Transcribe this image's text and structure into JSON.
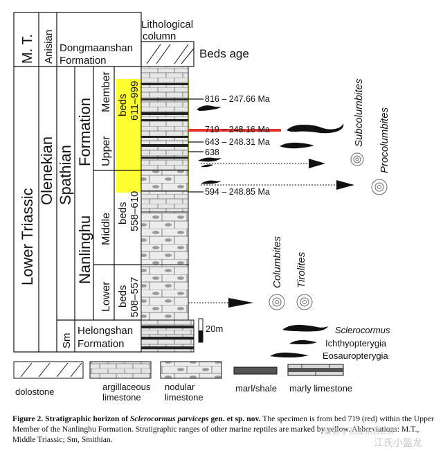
{
  "figure": {
    "header": {
      "mt": "M. T.",
      "anisian": "Anisian",
      "dongmaanshan": "Dongmaanshan",
      "formation": "Formation",
      "lith_column": "Lithological",
      "column": "column",
      "beds_age": "Beds  age"
    },
    "stages": {
      "lower_triassic": "Lower Triassic",
      "olenekian": "Olenekian",
      "spathian": "Spathian",
      "nanlinghu": "Nanlinghu",
      "formation": "Formation",
      "sm": "Sm",
      "helongshan": "Helongshan",
      "helongshan_formation": "Formation"
    },
    "members": {
      "upper": "Upper",
      "member": "Member",
      "middle": "Middle",
      "lower": "Lower"
    },
    "beds": {
      "upper_beds": "beds",
      "upper_range": "611–999",
      "middle_beds": "beds",
      "middle_range": "558–610",
      "lower_beds": "beds",
      "lower_range": "508–557"
    },
    "horizons": [
      {
        "label": "816 – 247.66 Ma"
      },
      {
        "label": "719 – 248.16 Ma"
      },
      {
        "label": "643 – 248.31 Ma"
      },
      {
        "label": "638"
      },
      {
        "label": "594 – 248.85 Ma"
      }
    ],
    "ammonoids": {
      "subcolumbites": "Subcolumbites",
      "procolumbites": "Procolumbites",
      "columbites": "Columbites",
      "tirolites": "Tirolites"
    },
    "scale_label": "20m",
    "key": {
      "sclerocormus": "Sclerocormus",
      "ichthyopterygia": "Ichthyopterygia",
      "eosauropterygia": "Eosauropterygia"
    },
    "legend": {
      "dolostone": "dolostone",
      "argillaceous": "argillaceous",
      "limestone": "limestone",
      "nodular": "nodular",
      "nodular_limestone": "limestone",
      "marl_shale": "marl/shale",
      "marly_limestone": "marly limestone"
    },
    "colors": {
      "yellow_highlight": "#ffff33",
      "red_bed": "#e8332a",
      "limestone_fill": "#e6e6e6",
      "nodule_fill": "#9a9a9a"
    }
  },
  "caption": {
    "lead": "Figure 2.",
    "title": "Stratigraphic horizon of",
    "taxon": "Sclerocormus parviceps",
    "after_taxon": "gen. et sp. nov.",
    "body": "The specimen is from bed 719 (red) within the Upper Member of the Nanlinghu Formation. Stratigraphic ranges of other marine reptiles are marked by yellow. Abbreviations: M.T., Middle Triassic; Sm, Smithian."
  },
  "watermark": {
    "line1": "微信号 恐龙化石世界",
    "line2": "江氏小盔龙"
  }
}
